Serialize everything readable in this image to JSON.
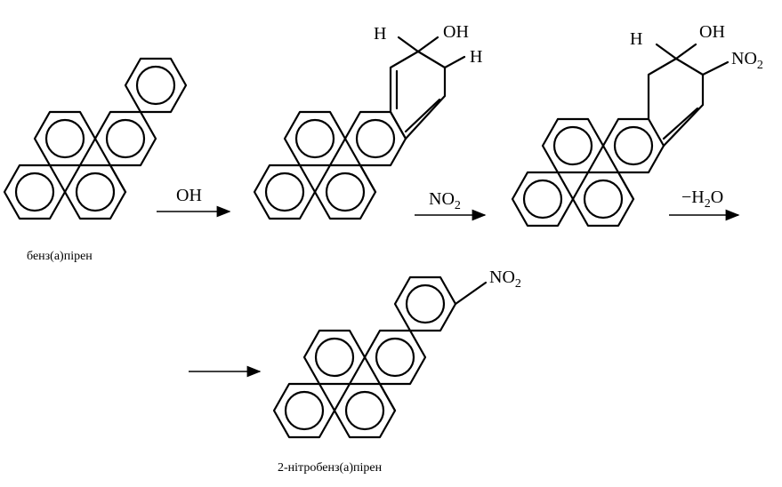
{
  "labels": {
    "start_name": "бенз(а)пірен",
    "product_name": "2-нітробенз(а)пірен",
    "reagent1": "OH",
    "reagent2_main": "NO",
    "reagent2_sub": "2",
    "reagent3_main": "−H",
    "reagent3_sub": "2",
    "reagent3_tail": "O",
    "inter1_H_left": "H",
    "inter1_OH": "OH",
    "inter1_H_right": "H",
    "inter2_H_left": "H",
    "inter2_OH": "OH",
    "inter2_NO2_main": "NO",
    "inter2_NO2_sub": "2",
    "product_NO2_main": "NO",
    "product_NO2_sub": "2"
  }
}
